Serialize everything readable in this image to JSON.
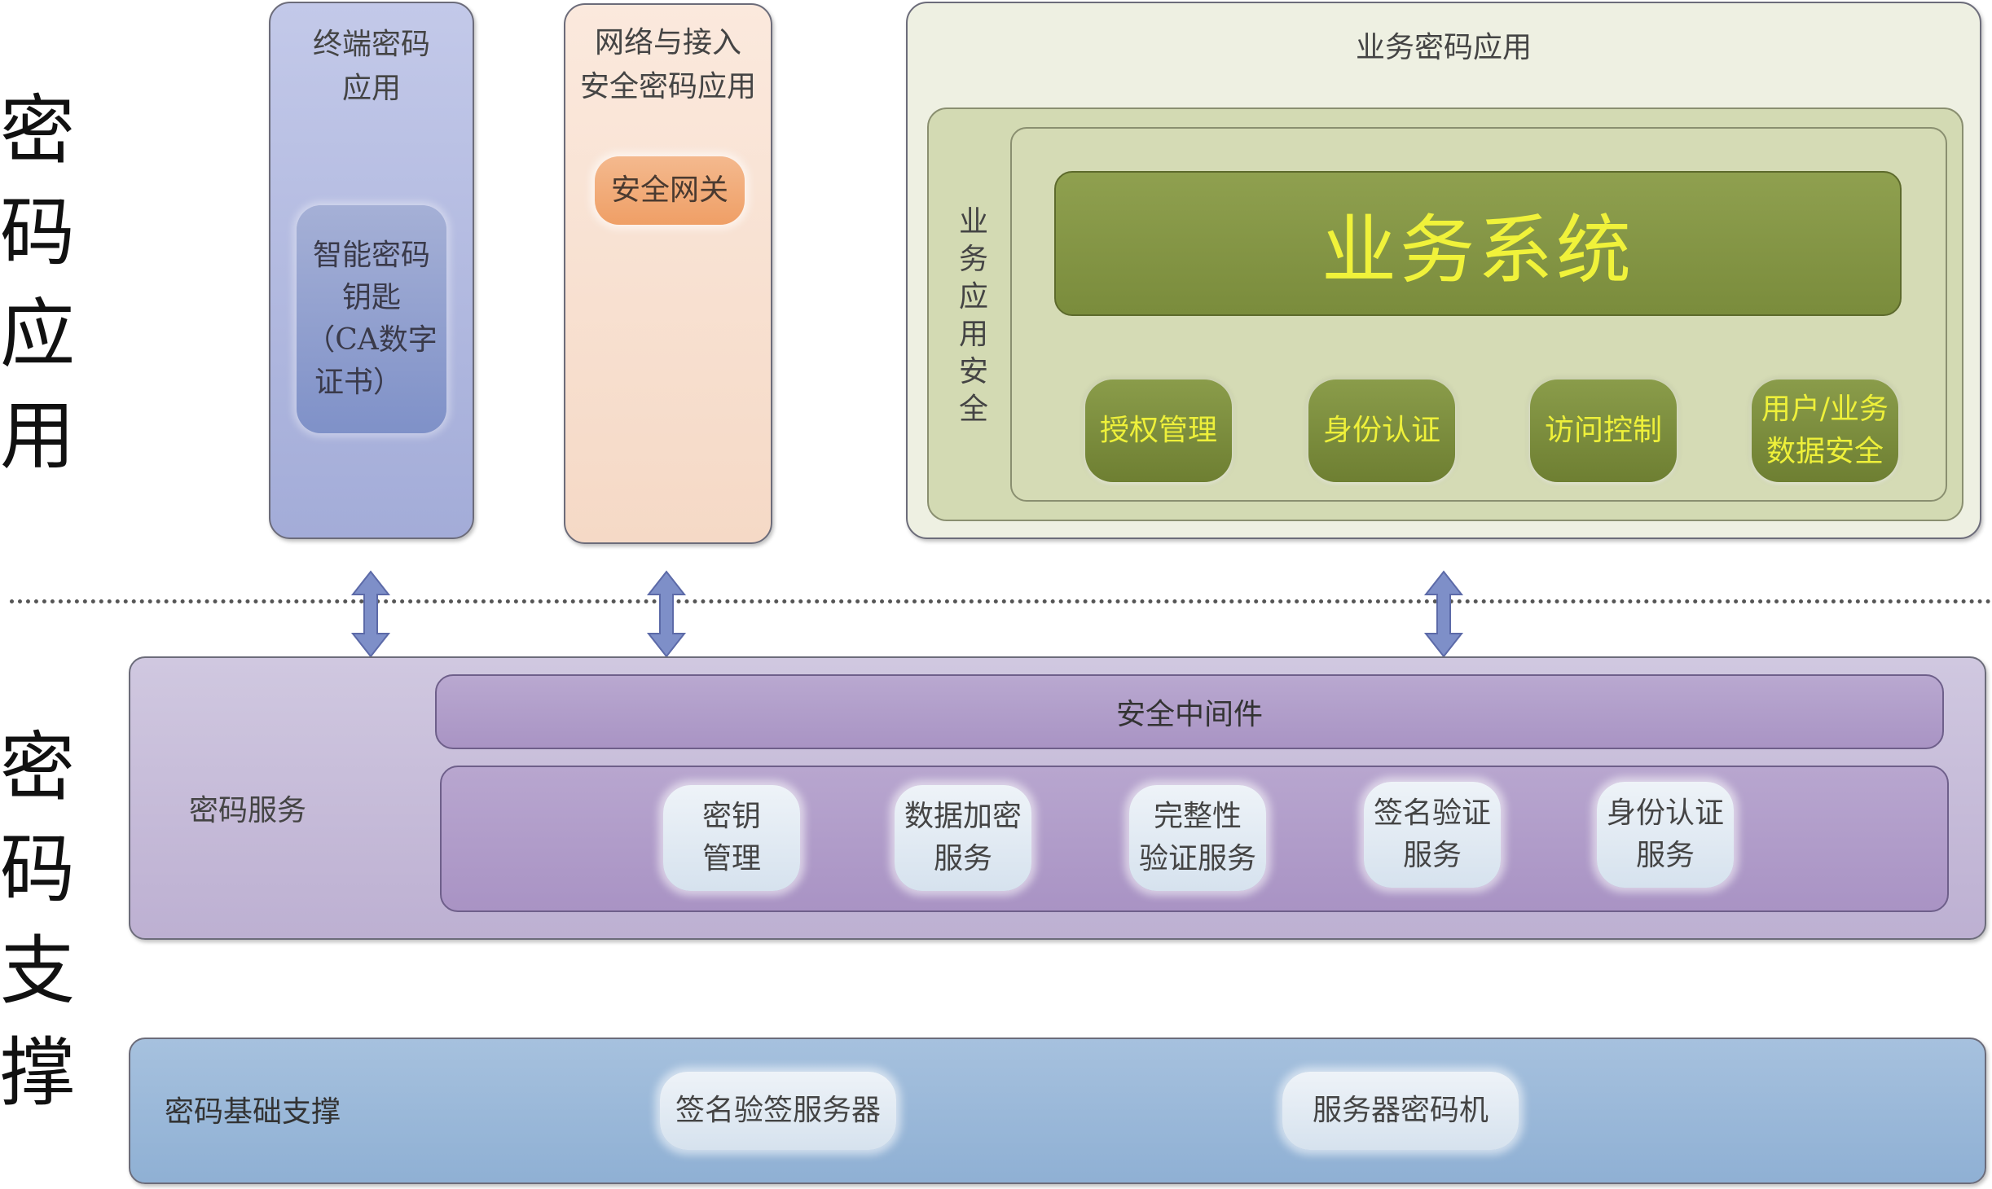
{
  "layers": {
    "application": {
      "title_chars": [
        "密",
        "码",
        "应",
        "用"
      ]
    },
    "support": {
      "title_chars": [
        "密",
        "码",
        "支",
        "撑"
      ]
    }
  },
  "terminal_app": {
    "title_line1": "终端密码",
    "title_line2": "应用",
    "item_lines": [
      "智能密码",
      "钥匙",
      "（CA数字",
      "证书）"
    ],
    "color": "#a9b3dc"
  },
  "network_app": {
    "title_line1": "网络与接入",
    "title_line2": "安全密码应用",
    "item": "安全网关",
    "color": "#f7dcc8",
    "item_color": "#f0a670"
  },
  "business_app": {
    "title": "业务密码应用",
    "security_label_chars": [
      "业",
      "务",
      "应",
      "用",
      "安",
      "全"
    ],
    "system_title": "业务系统",
    "modules": [
      {
        "lines": [
          "授权管理"
        ]
      },
      {
        "lines": [
          "身份认证"
        ]
      },
      {
        "lines": [
          "访问控制"
        ]
      },
      {
        "lines": [
          "用户/业务",
          "数据安全"
        ]
      }
    ],
    "color": "#eef0e0",
    "accent": "#7d8f3e",
    "text_color": "#eef03a"
  },
  "crypto_service": {
    "label": "密码服务",
    "middleware": "安全中间件",
    "services": [
      {
        "lines": [
          "密钥",
          "管理"
        ]
      },
      {
        "lines": [
          "数据加密",
          "服务"
        ]
      },
      {
        "lines": [
          "完整性",
          "验证服务"
        ]
      },
      {
        "lines": [
          "签名验证",
          "服务"
        ]
      },
      {
        "lines": [
          "身份认证",
          "服务"
        ]
      }
    ],
    "color": "#c4b8d8"
  },
  "crypto_base": {
    "label": "密码基础支撑",
    "items": [
      "签名验签服务器",
      "服务器密码机"
    ],
    "color": "#98b6d6"
  },
  "arrow_color": "#7e8fc8"
}
